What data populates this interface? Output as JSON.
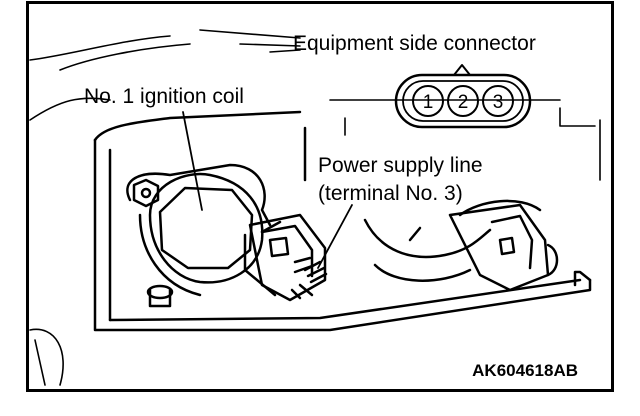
{
  "labels": {
    "equipment_connector": "Equipment side connector",
    "ignition_coil": "No. 1 ignition coil",
    "power_supply_line_1": "Power supply line",
    "power_supply_line_2": "(terminal No. 3)",
    "figure_code": "AK604618AB"
  },
  "connector_pins": [
    "1",
    "2",
    "3"
  ]
}
